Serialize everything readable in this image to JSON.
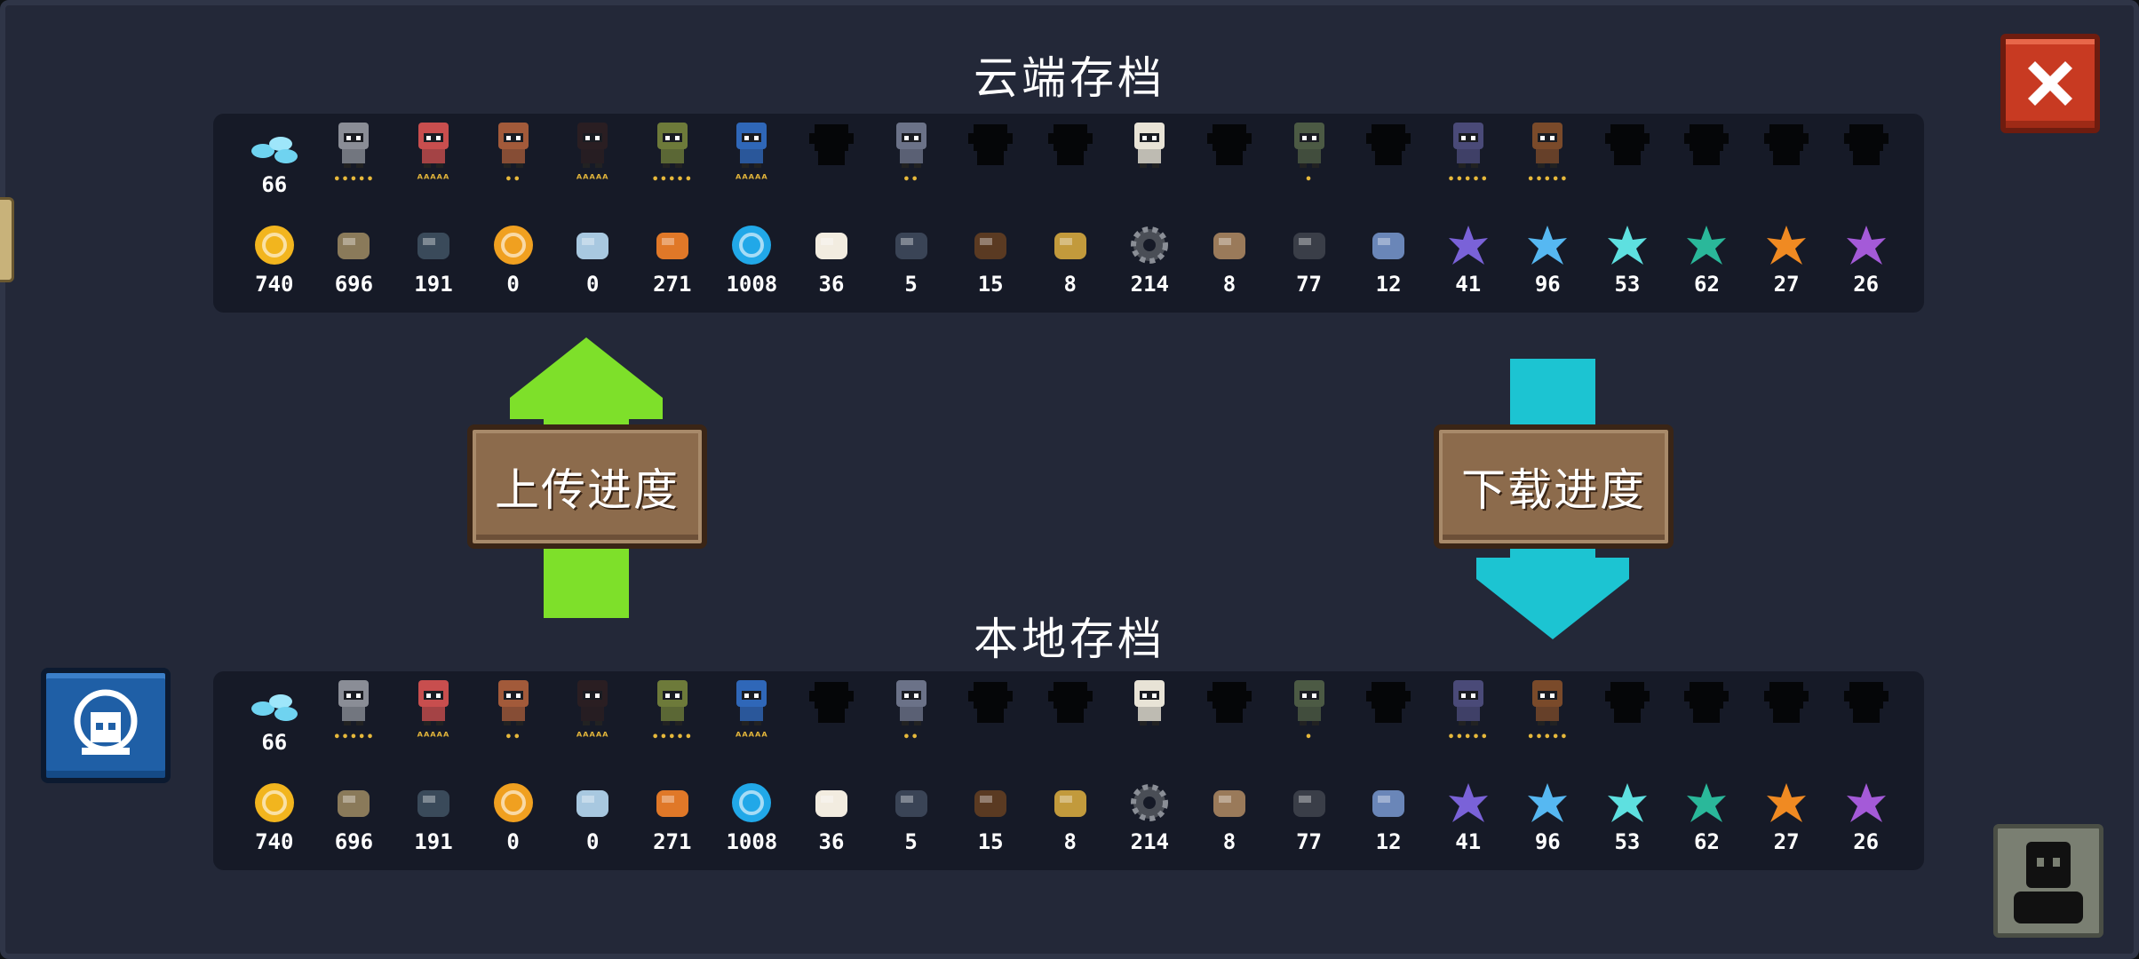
{
  "dialog": {
    "close_icon": "close-icon",
    "cloud_title": "云端存档",
    "local_title": "本地存档",
    "upload_label": "上传进度",
    "download_label": "下载进度",
    "upload_arrow_color": "#7ee02a",
    "download_arrow_color": "#1cc4d2"
  },
  "heroes": [
    {
      "icon": "gem-icon",
      "count": "66",
      "stars": ""
    },
    {
      "icon": "knight-icon",
      "stars": "•••••"
    },
    {
      "icon": "rogue-icon",
      "stars": "ᴬᴬᴬᴬᴬ"
    },
    {
      "icon": "witch-icon",
      "stars": "••"
    },
    {
      "icon": "assassin-icon",
      "stars": "ᴬᴬᴬᴬᴬ"
    },
    {
      "icon": "engineer-icon",
      "stars": "•••••"
    },
    {
      "icon": "robot-icon",
      "stars": "ᴬᴬᴬᴬᴬ"
    },
    {
      "icon": "locked-hero-icon",
      "stars": ""
    },
    {
      "icon": "paladin-icon",
      "stars": "••"
    },
    {
      "icon": "locked-hero-icon",
      "stars": ""
    },
    {
      "icon": "locked-hero-icon",
      "stars": ""
    },
    {
      "icon": "priest-icon",
      "stars": ""
    },
    {
      "icon": "locked-hero-icon",
      "stars": ""
    },
    {
      "icon": "elf-icon",
      "stars": "•"
    },
    {
      "icon": "locked-hero-icon",
      "stars": ""
    },
    {
      "icon": "werewolf-icon",
      "stars": "•••••"
    },
    {
      "icon": "cowboy-icon",
      "stars": "•••••"
    },
    {
      "icon": "locked-hero-icon",
      "stars": ""
    },
    {
      "icon": "locked-hero-icon",
      "stars": ""
    },
    {
      "icon": "locked-hero-icon",
      "stars": ""
    },
    {
      "icon": "locked-hero-icon",
      "stars": ""
    }
  ],
  "materials": [
    {
      "icon": "gold-coin-icon",
      "count": "740"
    },
    {
      "icon": "fur-icon",
      "count": "696"
    },
    {
      "icon": "battery-icon",
      "count": "191"
    },
    {
      "icon": "gear-coin-icon",
      "count": "0"
    },
    {
      "icon": "robot-part-icon",
      "count": "0"
    },
    {
      "icon": "ore-icon",
      "count": "271"
    },
    {
      "icon": "energy-orb-icon",
      "count": "1008"
    },
    {
      "icon": "cloth-icon",
      "count": "36"
    },
    {
      "icon": "feather-icon",
      "count": "5"
    },
    {
      "icon": "sword-hilt-icon",
      "count": "15"
    },
    {
      "icon": "shell-icon",
      "count": "8"
    },
    {
      "icon": "cog-icon",
      "count": "214"
    },
    {
      "icon": "blueprint-icon",
      "count": "8"
    },
    {
      "icon": "coal-icon",
      "count": "77"
    },
    {
      "icon": "crystal-dust-icon",
      "count": "12"
    },
    {
      "icon": "purple-crystal-icon",
      "count": "41"
    },
    {
      "icon": "blue-crystal-icon",
      "count": "96"
    },
    {
      "icon": "cyan-crystal-icon",
      "count": "53"
    },
    {
      "icon": "green-crystal-icon",
      "count": "62"
    },
    {
      "icon": "orange-crystal-icon",
      "count": "27"
    },
    {
      "icon": "violet-crystal-icon",
      "count": "26"
    }
  ],
  "left_button_icon": "game-logo-icon",
  "profile_icon": "user-silhouette-icon"
}
